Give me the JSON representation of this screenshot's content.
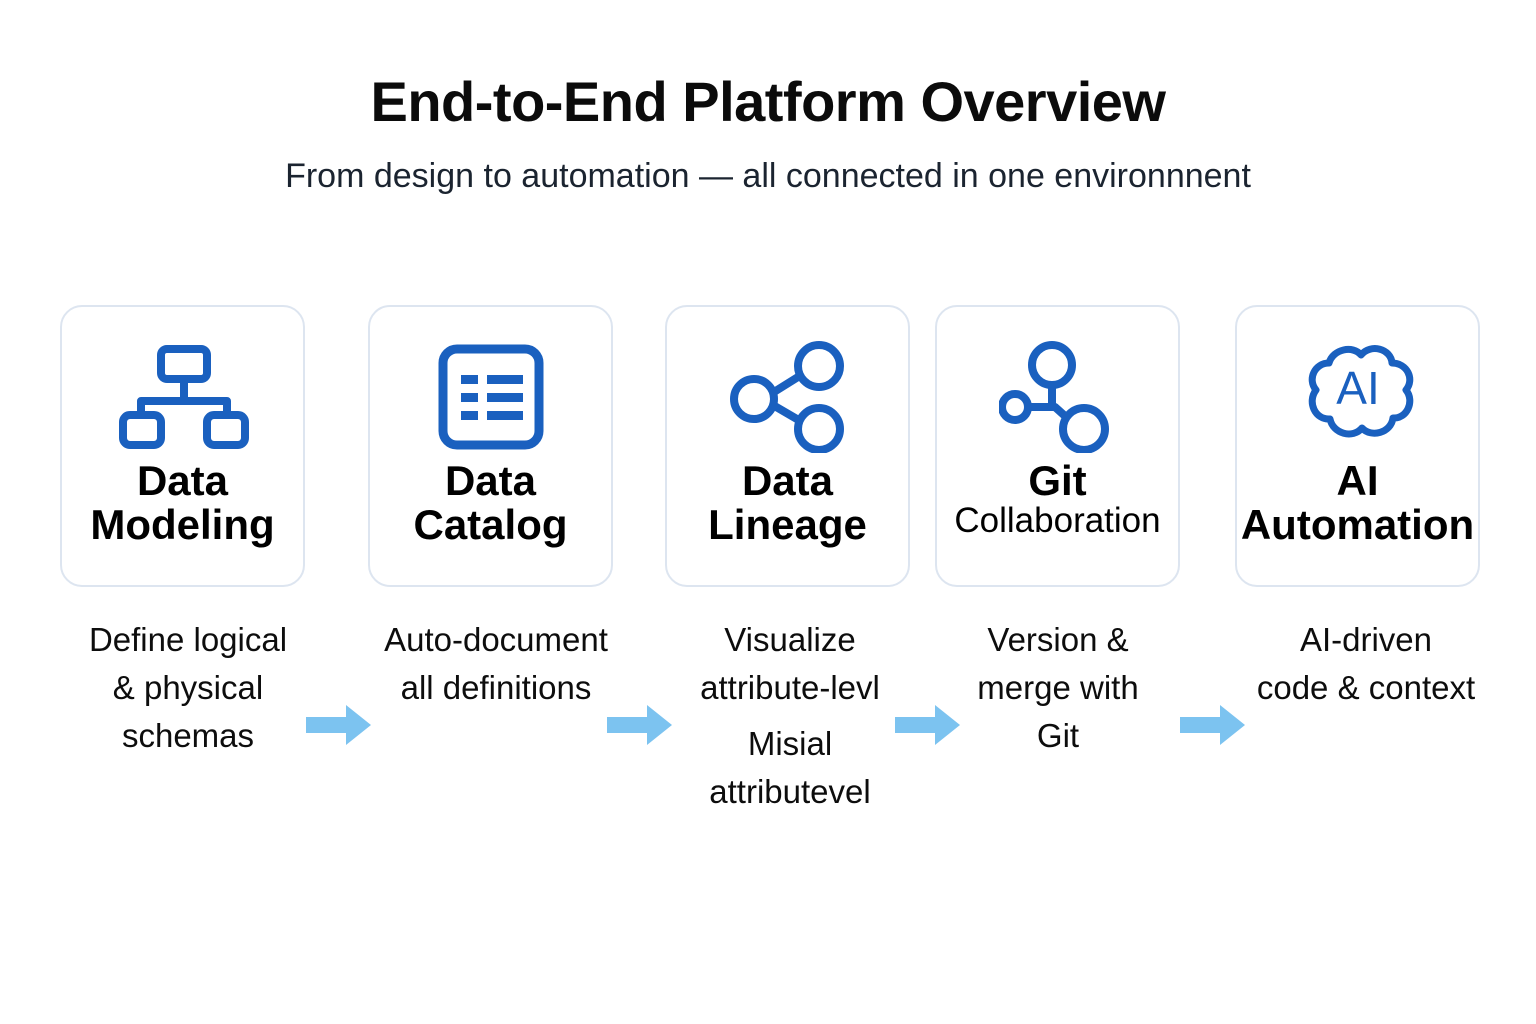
{
  "header": {
    "title": "End-to-End Platform Overview",
    "subtitle": "From design to automation — all connected in one environnnent"
  },
  "colors": {
    "icon_blue": "#1a60bf",
    "arrow_blue": "#7cc3f0",
    "card_border": "#dde5f0",
    "text": "#0d0d0d",
    "background": "#ffffff"
  },
  "flow": {
    "steps": [
      {
        "id": "data-modeling",
        "icon": "hierarchy-icon",
        "title_line1": "Data",
        "title_line2": "Modeling",
        "title_line2_small": false,
        "caption": "Define logical\n& physical\nschemas",
        "caption_extra": ""
      },
      {
        "id": "data-catalog",
        "icon": "list-document-icon",
        "title_line1": "Data",
        "title_line2": "Catalog",
        "title_line2_small": false,
        "caption": "Auto-document\nall definitions",
        "caption_extra": ""
      },
      {
        "id": "data-lineage",
        "icon": "share-nodes-icon",
        "title_line1": "Data",
        "title_line2": "Lineage",
        "title_line2_small": false,
        "caption": "Visualize\nattribute-levl",
        "caption_extra": "Misial\nattributevel"
      },
      {
        "id": "git-collaboration",
        "icon": "git-branch-icon",
        "title_line1": "Git",
        "title_line2": "Collaboration",
        "title_line2_small": true,
        "caption": "Version &\nmerge with\nGit",
        "caption_extra": ""
      },
      {
        "id": "ai-automation",
        "icon": "ai-cloud-icon",
        "title_line1": "AI",
        "title_line2": "Automation",
        "title_line2_small": false,
        "caption": "AI-driven\ncode & context",
        "caption_extra": ""
      }
    ],
    "arrows": [
      {
        "id": "arrow-1",
        "from": "data-modeling",
        "to": "data-catalog"
      },
      {
        "id": "arrow-2",
        "from": "data-catalog",
        "to": "data-lineage"
      },
      {
        "id": "arrow-3",
        "from": "data-lineage",
        "to": "git-collaboration"
      },
      {
        "id": "arrow-4",
        "from": "git-collaboration",
        "to": "ai-automation"
      }
    ]
  },
  "icon_labels": {
    "ai_cloud_text": "AI"
  }
}
